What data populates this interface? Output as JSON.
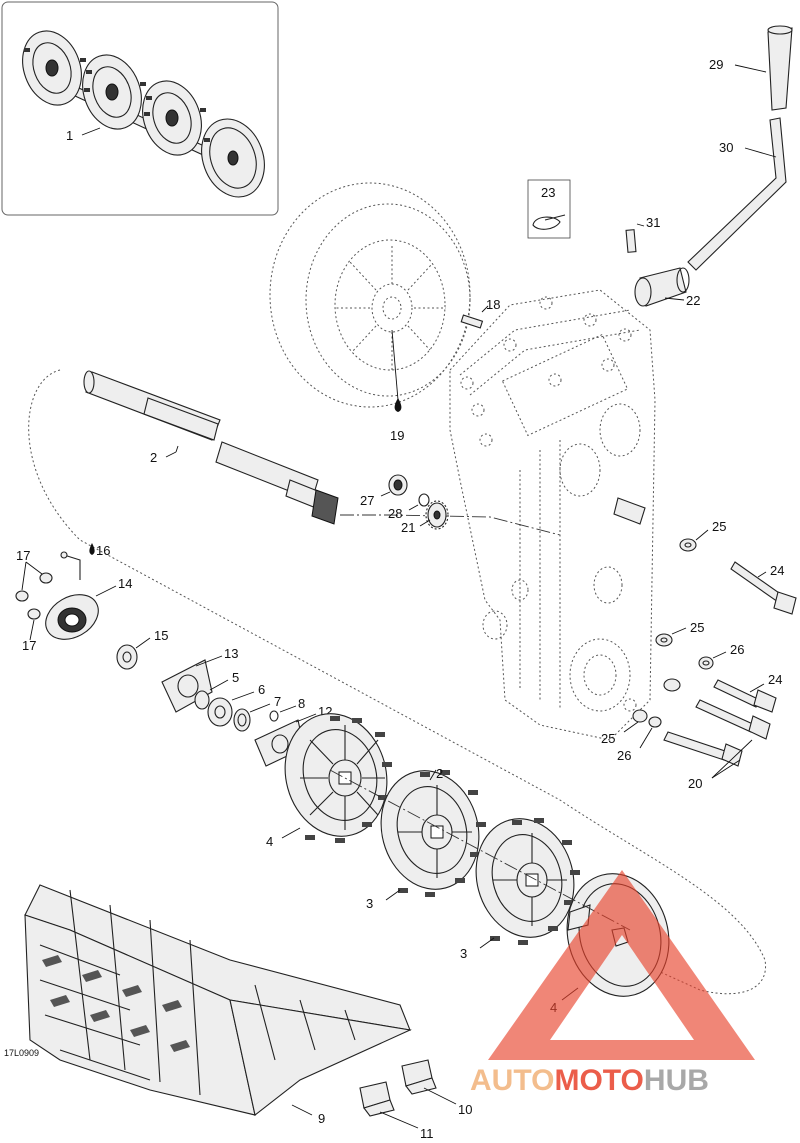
{
  "diagram_id": "17L0909",
  "callouts": {
    "c1": "1",
    "c2a": "2",
    "c2b": "2",
    "c3a": "3",
    "c3b": "3",
    "c4a": "4",
    "c4b": "4",
    "c5": "5",
    "c6": "6",
    "c7": "7",
    "c8": "8",
    "c9": "9",
    "c10": "10",
    "c11": "11",
    "c12": "12",
    "c13": "13",
    "c14": "14",
    "c15": "15",
    "c16": "16",
    "c17a": "17",
    "c17b": "17",
    "c18": "18",
    "c19": "19",
    "c20": "20",
    "c21": "21",
    "c22": "22",
    "c23": "23",
    "c24a": "24",
    "c24b": "24",
    "c25a": "25",
    "c25b": "25",
    "c25c": "25",
    "c26a": "26",
    "c26b": "26",
    "c27": "27",
    "c28": "28",
    "c29": "29",
    "c30": "30",
    "c31": "31"
  },
  "watermark": {
    "part1": "AUTO",
    "part2": "MOTO",
    "part3": "HUB",
    "color1": "#f2b27a",
    "color2": "#e8412b",
    "color3": "#9a9a9a",
    "triangle_color": "#e8412b"
  }
}
